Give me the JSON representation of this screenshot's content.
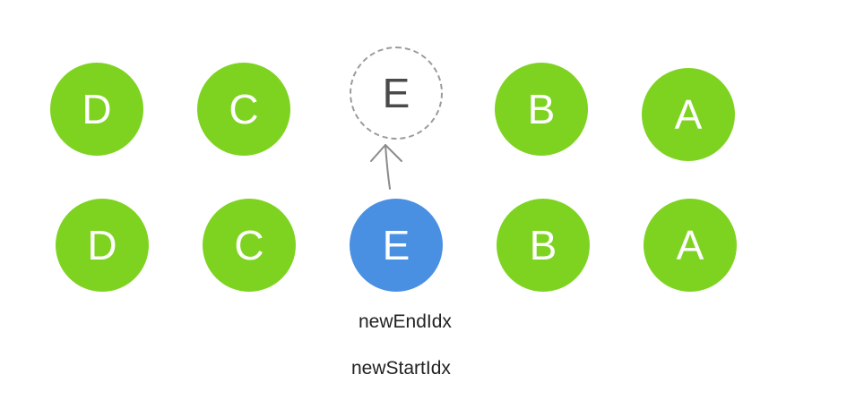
{
  "colors": {
    "node_fill": "#7ed321",
    "active_fill": "#4a90e2",
    "placeholder_border": "#9b9b9b",
    "text_on_node": "#ffffff",
    "placeholder_text": "#4a4a4a",
    "arrow": "#8a8a8a"
  },
  "old_row": {
    "nodes": [
      "D",
      "C",
      "E",
      "B",
      "A"
    ],
    "placeholder_index": 2
  },
  "new_row": {
    "nodes": [
      "D",
      "C",
      "E",
      "B",
      "A"
    ],
    "active_index": 2
  },
  "pointers": {
    "end_label": "newEndIdx",
    "start_label": "newStartIdx"
  }
}
